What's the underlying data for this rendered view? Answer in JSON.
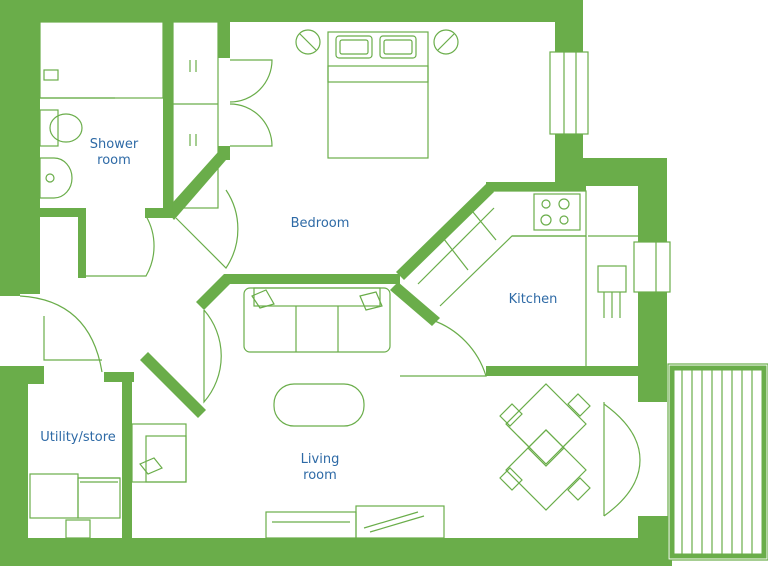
{
  "colors": {
    "wall": "#6AAD4A",
    "line": "#6AAD4A",
    "label": "#2E6AA6",
    "background": "#FFFFFF"
  },
  "rooms": {
    "shower_room": "Shower\nroom",
    "bedroom": "Bedroom",
    "kitchen": "Kitchen",
    "utility_store": "Utility/store",
    "living_room": "Living\nroom"
  },
  "icons": [
    "toilet",
    "basin",
    "wardrobe",
    "double-bed",
    "bedside-lamp",
    "hob",
    "sink",
    "sofa",
    "armchair",
    "coffee-table",
    "dining-table",
    "chairs",
    "washing-machine",
    "tv-unit",
    "balcony-decking",
    "window"
  ]
}
